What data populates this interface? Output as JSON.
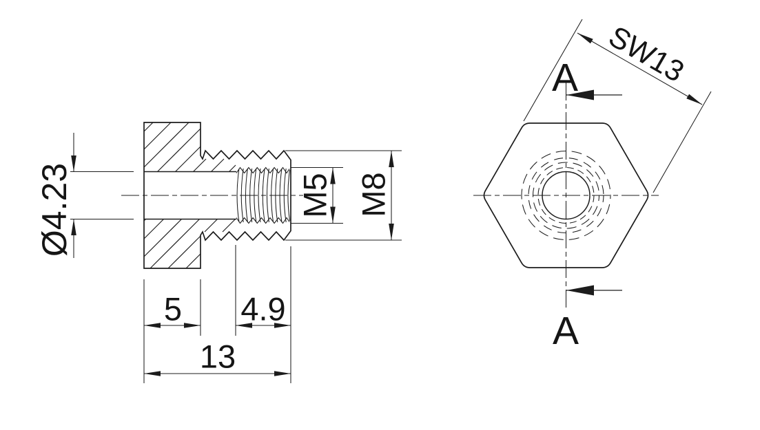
{
  "drawing": {
    "section_view": {
      "diameter_label": "Ø4.23",
      "thread_inner_label": "M5",
      "thread_outer_label": "M8",
      "head_length_label": "5",
      "thread_length_label": "4.9",
      "total_length_label": "13"
    },
    "end_view": {
      "width_across_flats_label": "SW13",
      "section_marker_top": "A",
      "section_marker_bottom": "A"
    },
    "colors": {
      "line": "#1c1c1c",
      "background": "#ffffff"
    }
  }
}
